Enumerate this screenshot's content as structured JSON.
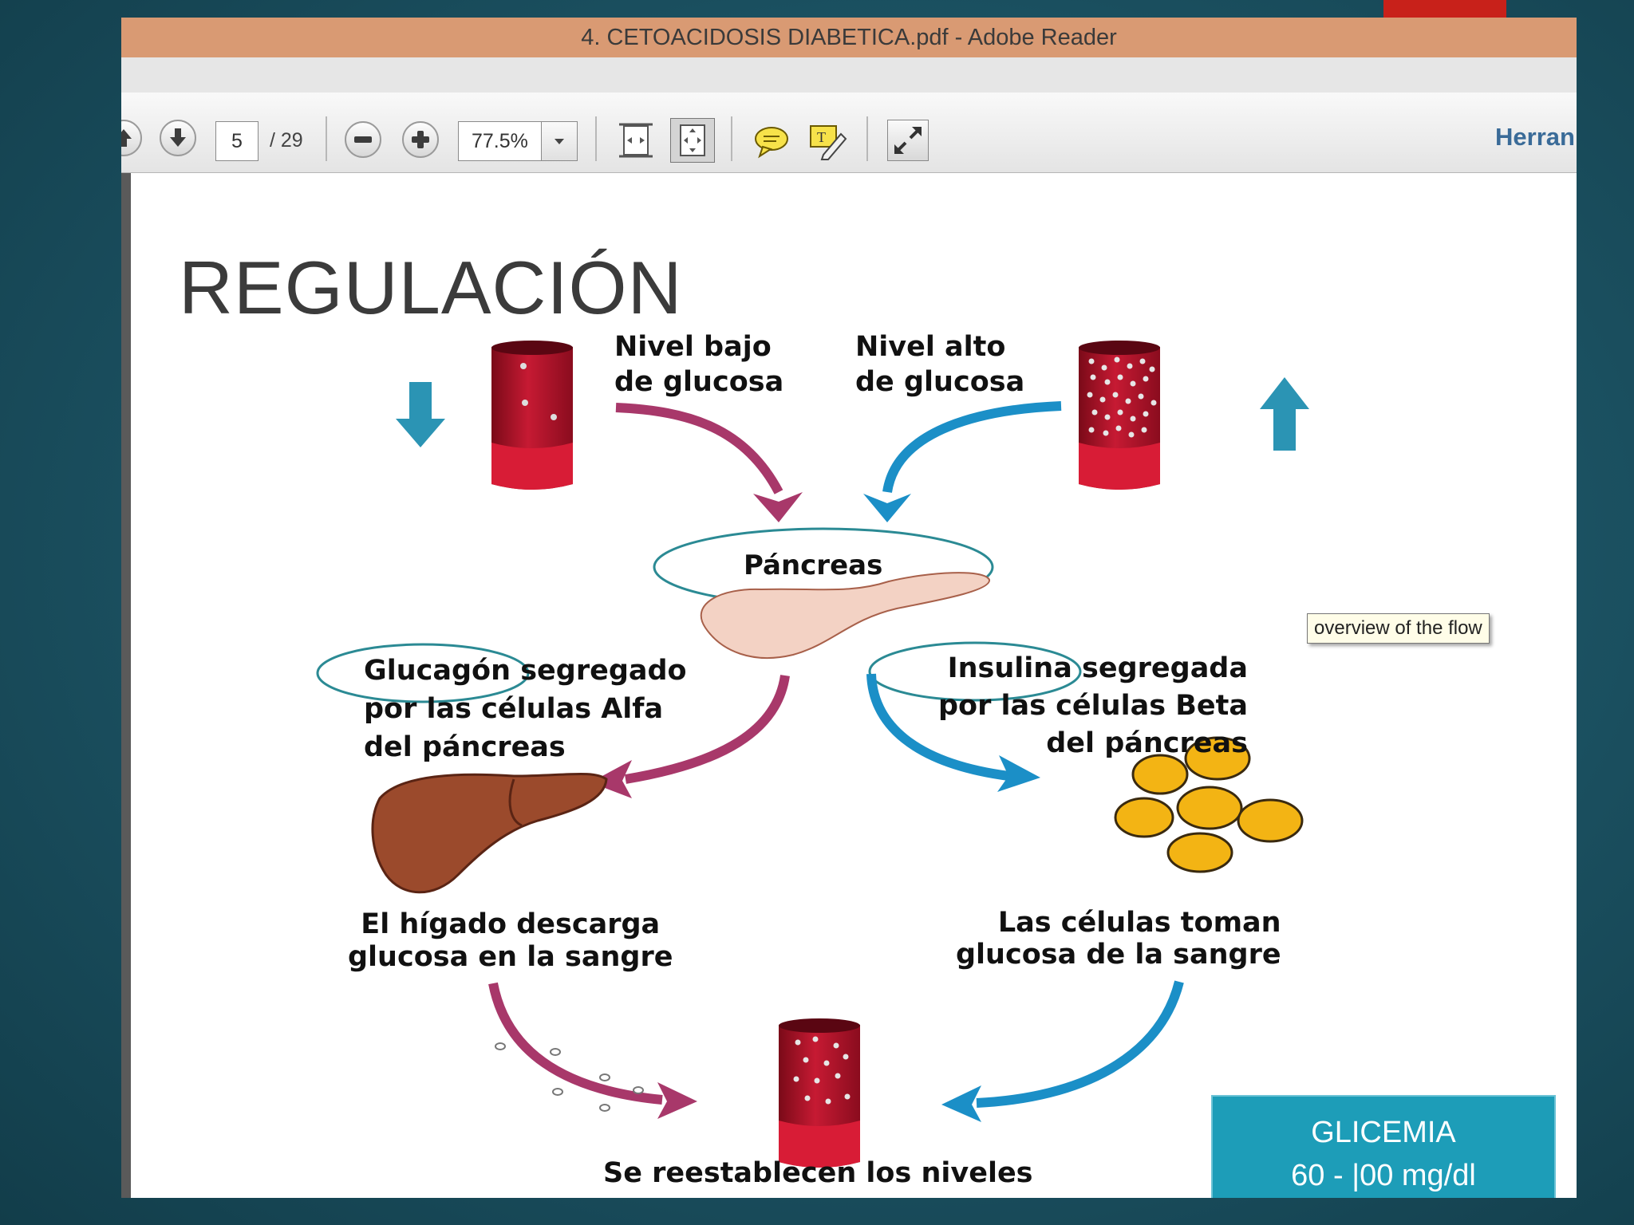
{
  "window": {
    "title": "4. CETOACIDOSIS DIABETICA.pdf - Adobe Reader"
  },
  "toolbar": {
    "current_page": "5",
    "total_pages": "/ 29",
    "zoom": "77.5%",
    "tools_label": "Herran",
    "icons": [
      "up-arrow-icon",
      "down-arrow-icon",
      "zoom-out-icon",
      "zoom-in-icon",
      "fit-width-icon",
      "fit-page-icon",
      "comment-icon",
      "highlight-icon",
      "fullscreen-icon"
    ]
  },
  "slide": {
    "title": "REGULACIÓN",
    "low_glucose": [
      "Nivel bajo",
      "de glucosa"
    ],
    "high_glucose": [
      "Nivel alto",
      "de glucosa"
    ],
    "pancreas": "Páncreas",
    "glucagon": [
      "Glucagón segregado",
      "por las células Alfa",
      "del páncreas"
    ],
    "insulin": [
      "Insulina segregada",
      "por las células Beta",
      "del páncreas"
    ],
    "liver": [
      "El hígado descarga",
      "glucosa en la sangre"
    ],
    "cells": [
      "Las células toman",
      "glucosa de la sangre"
    ],
    "restore": "Se reestablecen los niveles",
    "glicemia_title": "GLICEMIA",
    "glicemia_range": "60 - |00 mg/dl",
    "colors": {
      "magenta_arrow": "#a8386a",
      "blue_arrow": "#1b8fc7",
      "teal": "#2b94b4",
      "blood": "#b0122a"
    }
  },
  "tooltip": "overview of the flow"
}
